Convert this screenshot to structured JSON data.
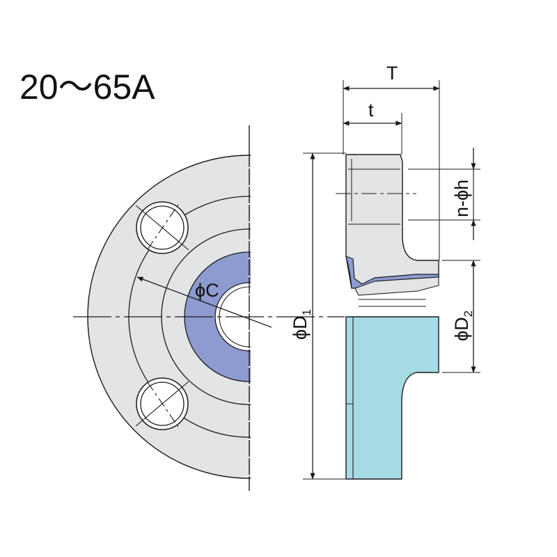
{
  "title": "20～65A",
  "labels": {
    "T": "T",
    "t": "t",
    "nh": "n-ϕh",
    "C": "ϕC",
    "D1": "ϕD",
    "D1_sub": "1",
    "D2": "ϕD",
    "D2_sub": "2"
  },
  "colors": {
    "flange_gray": "#e3e4e6",
    "gasket_blue": "#8d9bd0",
    "pipe_cyan": "#a6dae4",
    "outline": "#1a1a1a"
  }
}
